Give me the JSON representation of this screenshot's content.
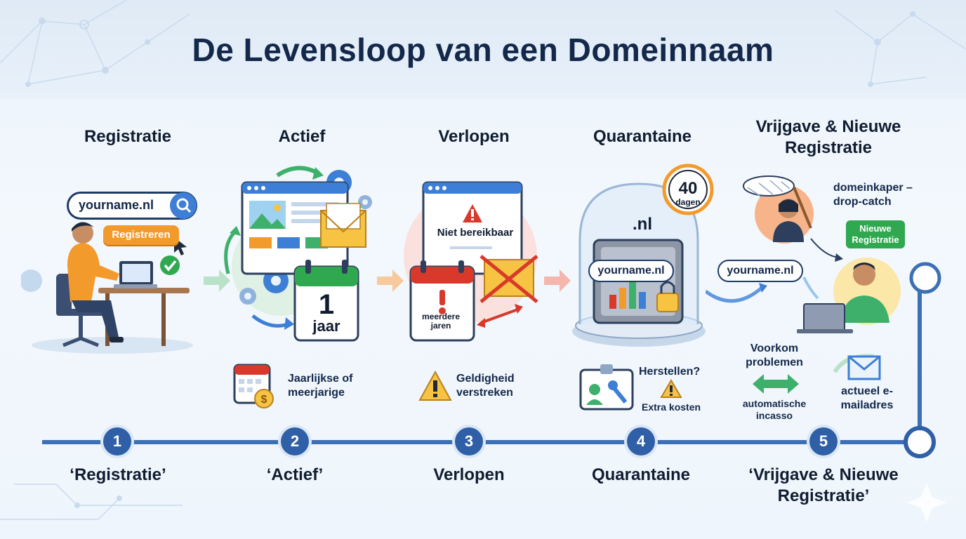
{
  "title": "De Levensloop van een Domeinnaam",
  "stages": [
    {
      "label": "Registratie"
    },
    {
      "label": "Actief"
    },
    {
      "label": "Verlopen"
    },
    {
      "label": "Quarantaine"
    },
    {
      "label": "Vrijgave & Nieuwe Registratie"
    }
  ],
  "step1": {
    "domain": "yourname.nl",
    "button": "Registreren",
    "note": "Jaarlijkse of meerjarige"
  },
  "step2": {
    "calendar_big": "1",
    "calendar_unit": "jaar"
  },
  "step3": {
    "window_text": "Niet bereikbaar",
    "calendar_text": "meerdere jaren",
    "note": "Geldigheid verstreken"
  },
  "step4": {
    "tld": ".nl",
    "domain": "yourname.nl",
    "timer_value": "40",
    "timer_unit": "dagen",
    "restore": "Herstellen?",
    "cost": "Extra kosten"
  },
  "step5": {
    "hijacker": "domeinkaper – drop-catch",
    "domain": "yourname.nl",
    "new_badge": "Nieuwe Registratie",
    "prevent": "Voorkom problemen",
    "autopay": "automatische incasso",
    "email": "actueel e-mailadres"
  },
  "timeline": {
    "numbers": [
      "1",
      "2",
      "3",
      "4",
      "5"
    ],
    "labels": [
      "‘Registratie’",
      "‘Actief’",
      "Verlopen",
      "Quarantaine",
      "‘Vrijgave & Nieuwe Registratie’"
    ]
  },
  "colors": {
    "title": "#13284a",
    "timeline": "#2f5fa7",
    "accent_orange": "#f39a2c",
    "alert_red": "#d8392b",
    "ok_green": "#2fa84f"
  }
}
